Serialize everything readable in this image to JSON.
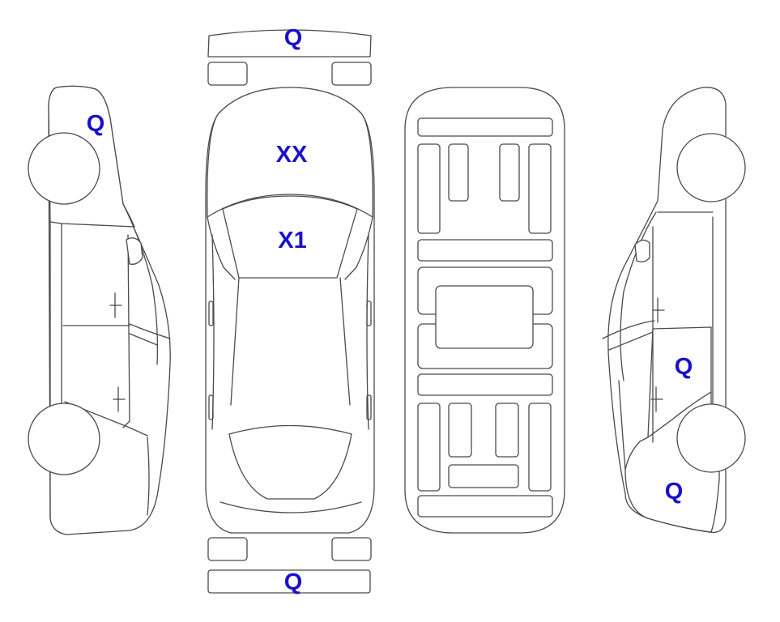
{
  "colors": {
    "damage": "#FCA72E",
    "glass": "#DFF6FC",
    "outline": "#4A4A4A",
    "label": "#1A10CC"
  },
  "zones": {
    "front_bumper": {
      "code": "Q",
      "marked": true
    },
    "rear_bumper": {
      "code": "Q",
      "marked": true
    },
    "left_front_fender": {
      "code": "Q",
      "marked": true
    },
    "windshield": {
      "code": "XX",
      "marked": true
    },
    "hood": {
      "code": "X1",
      "marked": true
    },
    "right_rear_door": {
      "code": "Q",
      "marked": true
    },
    "right_rear_quarter": {
      "code": "Q",
      "marked": true
    }
  }
}
